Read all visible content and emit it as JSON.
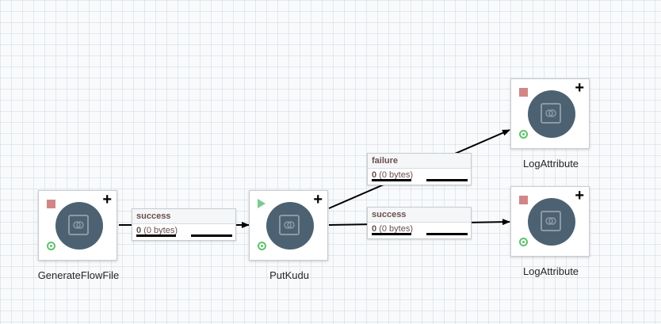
{
  "canvas": {
    "background": "#f9fafb",
    "grid_color": "#c8d2dc"
  },
  "colors": {
    "processor_circle": "#4c6272",
    "stopped": "#d18686",
    "running": "#7dc98f",
    "valid": "#5ec26e",
    "connection_text": "#6b4f4f"
  },
  "processors": [
    {
      "name": "GenerateFlowFile",
      "state_icon": "stop-icon",
      "status_icon": "valid-icon"
    },
    {
      "name": "PutKudu",
      "state_icon": "play-icon",
      "status_icon": "valid-icon"
    },
    {
      "name": "LogAttribute",
      "state_icon": "stop-icon",
      "status_icon": "valid-icon"
    },
    {
      "name": "LogAttribute",
      "state_icon": "stop-icon",
      "status_icon": "valid-icon"
    }
  ],
  "connections": [
    {
      "relationship": "success",
      "count": "0",
      "size": "(0 bytes)"
    },
    {
      "relationship": "failure",
      "count": "0",
      "size": "(0 bytes)"
    },
    {
      "relationship": "success",
      "count": "0",
      "size": "(0 bytes)"
    }
  ]
}
